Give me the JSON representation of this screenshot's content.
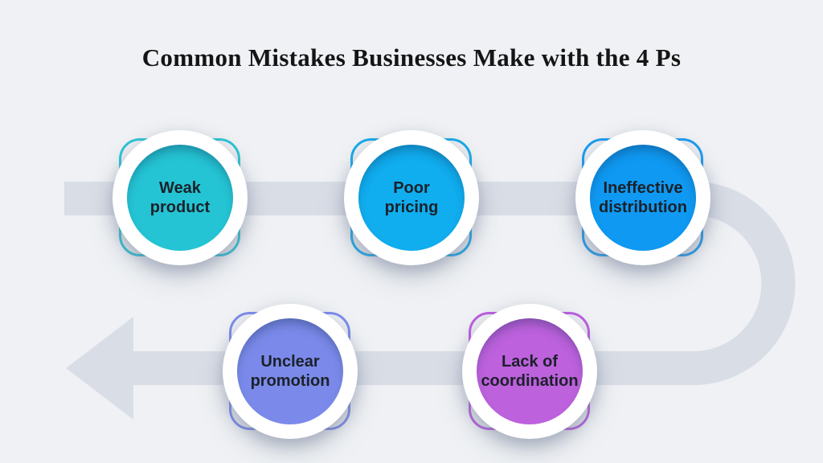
{
  "page": {
    "title": "Common Mistakes Businesses Make with the 4 Ps",
    "background": "#EFF1F4",
    "title_color": "#151515"
  },
  "diagram": {
    "type": "snake-process-flow",
    "flow_description": "Arrow band runs left-to-right through the top row of nodes, U-turns on the right side, returns right-to-left through the bottom row and ends in a left-pointing arrowhead",
    "arrow_color": "#D9DDE6",
    "label_color": "#1B2129",
    "nodes": [
      {
        "order": 1,
        "label": "Weak product",
        "line1": "Weak",
        "line2": "product",
        "fill": "#24C4D4",
        "border": "#2BC5D6"
      },
      {
        "order": 2,
        "label": "Poor pricing",
        "line1": "Poor",
        "line2": "pricing",
        "fill": "#10ADEF",
        "border": "#16AAEA"
      },
      {
        "order": 3,
        "label": "Ineffective distribution",
        "line1": "Ineffective",
        "line2": "distribution",
        "fill": "#0F99F2",
        "border": "#1A9CF2"
      },
      {
        "order": 4,
        "label": "Unclear promotion",
        "line1": "Unclear",
        "line2": "promotion",
        "fill": "#7B8AEA",
        "border": "#7C8BEE"
      },
      {
        "order": 5,
        "label": "Lack of coordination",
        "line1": "Lack of",
        "line2": "coordination",
        "fill": "#BD61DD",
        "border": "#BD5CE2"
      }
    ]
  }
}
